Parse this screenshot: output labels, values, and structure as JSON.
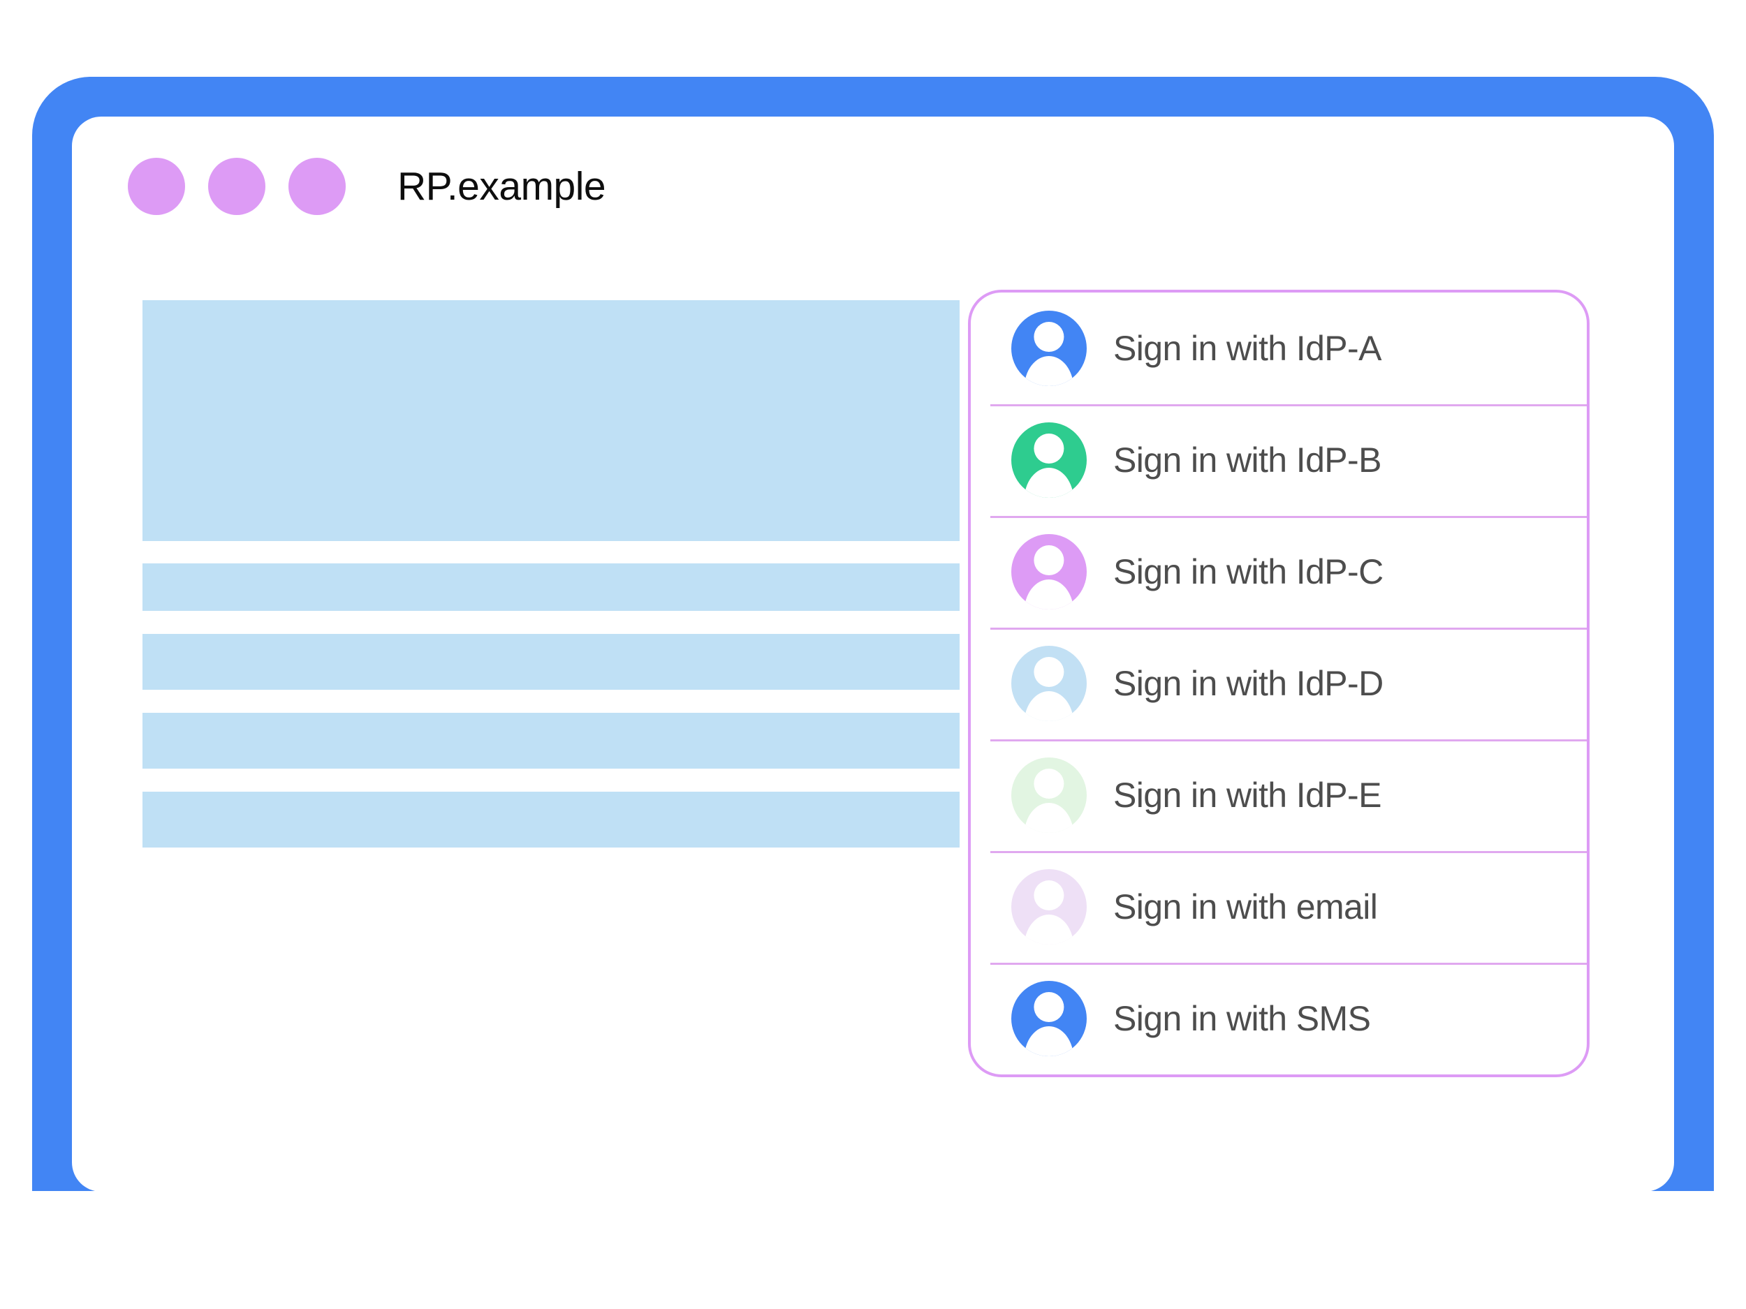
{
  "window": {
    "title": "RP.example",
    "controls": [
      {
        "name": "window-dot-1",
        "color": "#dd9bf5"
      },
      {
        "name": "window-dot-2",
        "color": "#dd9bf5"
      },
      {
        "name": "window-dot-3",
        "color": "#dd9bf5"
      }
    ]
  },
  "theme": {
    "frame_blue": "#4285f4",
    "panel_border": "#dd9bf5",
    "divider": "#e0a8ef",
    "skeleton_blue": "#bfe0f5",
    "label_text": "#4d4d4d",
    "title_text": "#0e0e0e",
    "page_background": "#ffffff"
  },
  "content_skeleton": {
    "blocks": [
      {
        "name": "skeleton-hero-block",
        "shape": "hero"
      },
      {
        "name": "skeleton-line-1",
        "shape": "bar"
      },
      {
        "name": "skeleton-line-2",
        "shape": "bar-tall"
      },
      {
        "name": "skeleton-line-3",
        "shape": "bar-tall"
      },
      {
        "name": "skeleton-line-4",
        "shape": "bar-tall"
      }
    ]
  },
  "signin_panel": {
    "name": "account-chooser-panel",
    "options": [
      {
        "label": "Sign in with IdP-A",
        "icon": "person-avatar-icon",
        "avatar_color": "#4285f4"
      },
      {
        "label": "Sign in with IdP-B",
        "icon": "person-avatar-icon",
        "avatar_color": "#2ecc8f"
      },
      {
        "label": "Sign in with IdP-C",
        "icon": "person-avatar-icon",
        "avatar_color": "#dd9bf5"
      },
      {
        "label": "Sign in with IdP-D",
        "icon": "person-avatar-icon",
        "avatar_color": "#c2e0f4"
      },
      {
        "label": "Sign in with IdP-E",
        "icon": "person-avatar-icon",
        "avatar_color": "#e2f5e2"
      },
      {
        "label": "Sign in with email",
        "icon": "person-avatar-icon",
        "avatar_color": "#eee0f6"
      },
      {
        "label": "Sign in with SMS",
        "icon": "person-avatar-icon",
        "avatar_color": "#4285f4"
      }
    ]
  },
  "device": {
    "home_button": "home-button"
  }
}
